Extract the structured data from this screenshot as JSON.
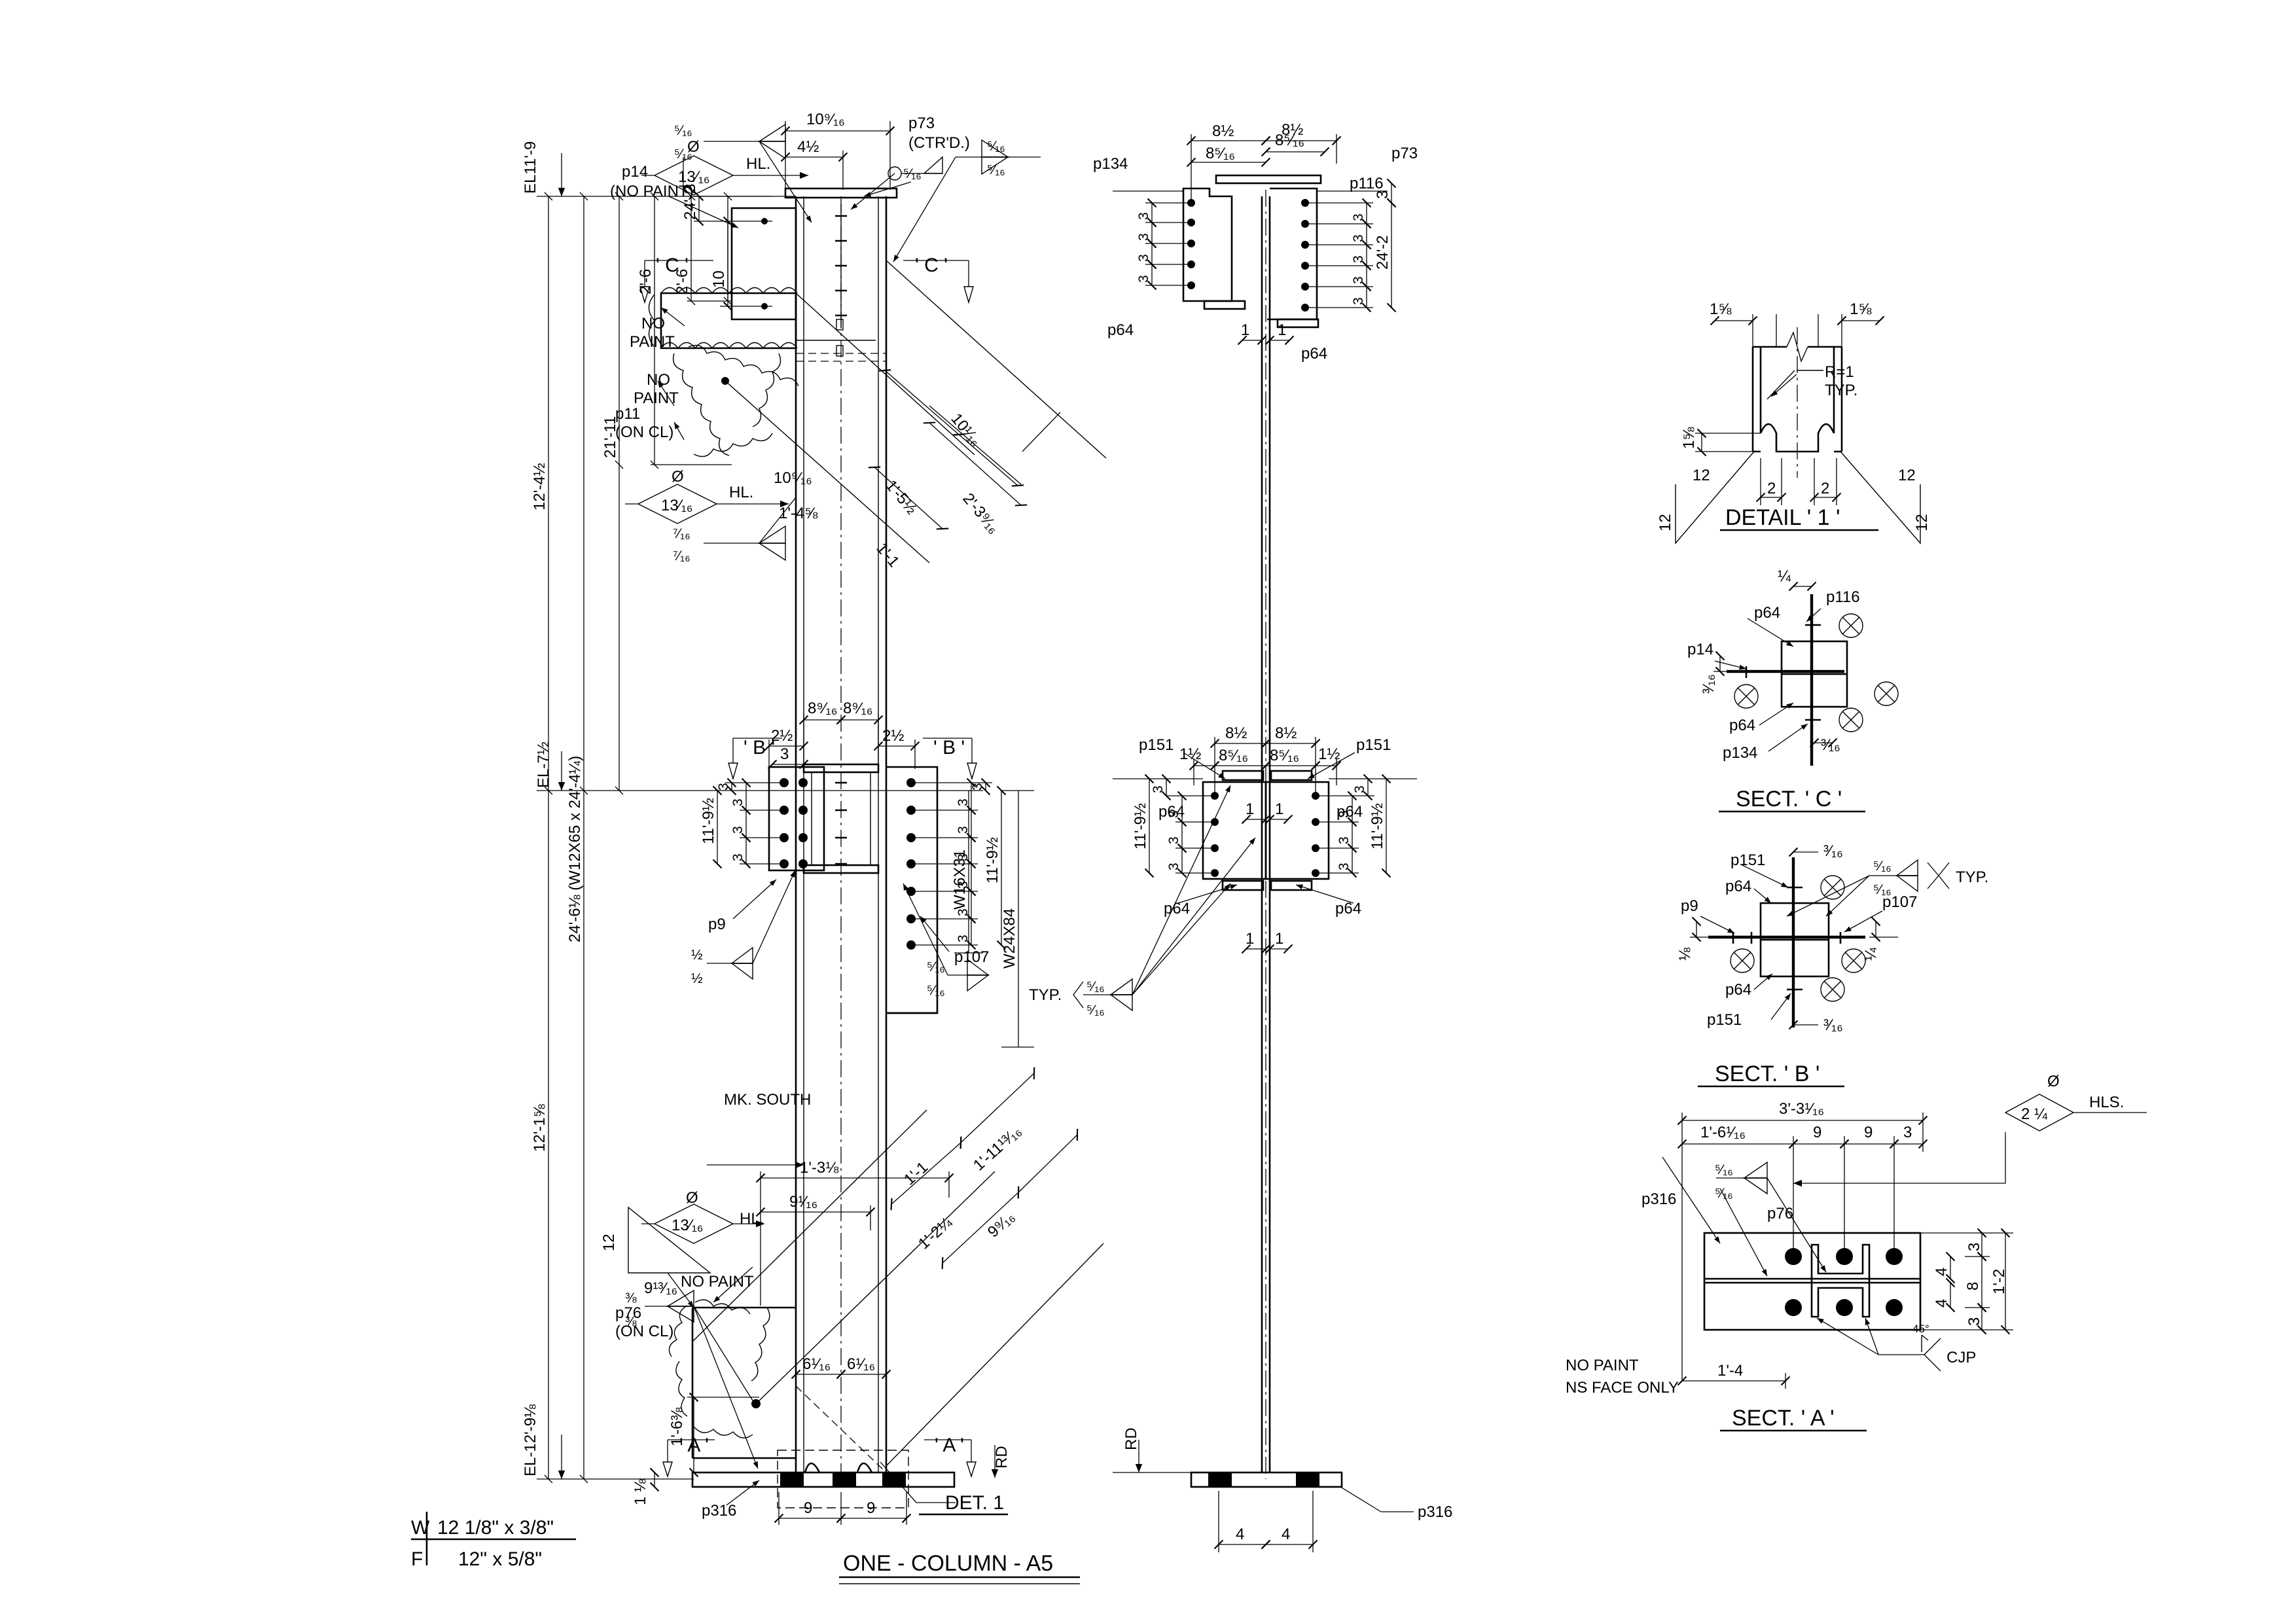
{
  "sheet": {
    "title": "ONE - COLUMN - A5",
    "detail_title": "DETAIL ' 1 '",
    "sect_c_title": "SECT. ' C '",
    "sect_b_title": "SECT. ' B '",
    "sect_a_title": "SECT. ' A '",
    "det1_label": "DET. 1"
  },
  "web_flange_table": {
    "web_key": "W",
    "web_value": "12 1/8\" x 3/8\"",
    "flange_key": "F",
    "flange_value": "12\" x 5/8\""
  },
  "main_elevation": {
    "elevations": {
      "top": "EL11'-9",
      "mid": "EL-7½",
      "bottom": "EL-12'-9⅛"
    },
    "overall_dims": {
      "upper_run": "12'-4½",
      "lower_run": "12'-1⅝",
      "member_length": "24'-6⅛ (W12X65 x 24'-4¼)",
      "sub_2_6_a": "2'-6",
      "sub_2_6_b": "2'-6",
      "sub_21_11": "21'-11"
    },
    "top_detail": {
      "dim_10_9_16": "10⁹⁄₁₆",
      "dim_4_1_2": "4½",
      "dim_24_2": "24'-2",
      "dim_3": "3",
      "dim_10": "10",
      "weld_a_top": "⁵⁄₁₆",
      "weld_a_bot": "⁵⁄₁₆",
      "weld_b_top": "⁵⁄₁₆",
      "weld_b_bot": "⁵⁄₁₆",
      "weld_field": "⁵⁄₁₆",
      "hole_dia_sym": "Ø",
      "hole_dia": "13⁄₁₆",
      "hole_type": "HL.",
      "part_p14": "p14",
      "part_p14_note": "(NO PAINT)",
      "part_p73": "p73",
      "part_p73_note": "(CTR'D.)",
      "part_p11": "p11",
      "part_p11_note": "(ON CL)",
      "no_paint_1": "NO\nPAINT",
      "no_paint_2": "NO\nPAINT",
      "sect_mark_left": "' C '",
      "sect_mark_right": "' C '",
      "diag_10_1_16": "10¹⁄₁₆",
      "diag_1_5_1_2": "1'-5½",
      "diag_2_3_9_16": "2'-3⁹⁄₁₆",
      "diag_1_1": "1'-1",
      "dim_1_4_5_8": "1'-4⅝",
      "dim_10_9_16_b": "10⁹⁄₁₆",
      "weld_7_16_top": "⁷⁄₁₆",
      "weld_7_16_bot": "⁷⁄₁₆"
    },
    "mid_detail": {
      "dim_8_9_16_l": "8⁹⁄₁₆",
      "dim_8_9_16_r": "8⁹⁄₁₆",
      "dim_2_1_2_l": "2½",
      "dim_2_1_2_r": "2½",
      "dim_3": "3",
      "sect_mark_left": "' B '",
      "sect_mark_right": "' B '",
      "beam_left": "W16X31",
      "beam_right": "W24X84",
      "elev_left": "11'-9½",
      "elev_right": "11'-9½",
      "spacing": "3",
      "part_p9": "p9",
      "part_p107": "p107",
      "weld_1_2_top": "½",
      "weld_1_2_bot": "½",
      "weld_5_16_top": "⁵⁄₁₆",
      "weld_5_16_bot": "⁵⁄₁₆"
    },
    "bottom_detail": {
      "mk_south": "MK. SOUTH",
      "dim_1_3_1_8": "1'-3⅛",
      "dim_9_1_16": "9¹⁄₁₆",
      "hole_dia_sym": "Ø",
      "hole_dia": "13⁄₁₆",
      "hole_type": "HL.",
      "slope_rise": "12",
      "slope_run": "9¹³⁄₁₆",
      "no_paint": "NO PAINT",
      "part_p76": "p76",
      "part_p76_note": "(ON CL)",
      "weld_3_8_top": "⅜",
      "weld_3_8_bot": "⅜",
      "dim_1_6_3_8": "1'-6⅜",
      "dim_1_1_8": "1 ⅛",
      "diag_1_1": "1'-1",
      "diag_1_11_13_16": "1'-11¹³⁄₁₆",
      "diag_1_2_1_4": "1'-2¼",
      "diag_9_9_16": "9⁹⁄₁₆",
      "dim_6_1_16_l": "6¹⁄₁₆",
      "dim_6_1_16_r": "6¹⁄₁₆",
      "sect_mark_left": "' A '",
      "sect_mark_right": "' A '",
      "rd_mark": "RD",
      "part_p316": "p316",
      "base_9_l": "9",
      "base_9_r": "9"
    }
  },
  "side_elevation": {
    "top": {
      "dim_8_1_2_l": "8½",
      "dim_8_1_2_r": "8½",
      "dim_8_5_16_l": "8⁵⁄₁₆",
      "dim_8_5_16_r": "8⁵⁄₁₆",
      "part_p134": "p134",
      "part_p73": "p73",
      "part_p116": "p116",
      "part_p64_l": "p64",
      "part_p64_r": "p64",
      "dim_24_2": "24'-2",
      "dim_3": "3",
      "spacing": "3",
      "dim_1_l": "1",
      "dim_1_r": "1"
    },
    "mid": {
      "dim_8_1_2_l": "8½",
      "dim_8_1_2_r": "8½",
      "dim_8_5_16_l": "8⁵⁄₁₆",
      "dim_8_5_16_r": "8⁵⁄₁₆",
      "dim_1_1_2_l": "1½",
      "dim_1_1_2_r": "1½",
      "dim_1_upper_l": "1",
      "dim_1_upper_r": "1",
      "dim_1_lower_l": "1",
      "dim_1_lower_r": "1",
      "part_p151_l": "p151",
      "part_p151_r": "p151",
      "part_p64_tl": "p64",
      "part_p64_tr": "p64",
      "part_p64_bl": "p64",
      "part_p64_br": "p64",
      "elev_l": "11'-9½",
      "elev_r": "11'-9½",
      "dim_3": "3",
      "spacing": "3",
      "typ_label": "TYP.",
      "weld_top": "⁵⁄₁₆",
      "weld_bot": "⁵⁄₁₆"
    },
    "bottom": {
      "rd_mark": "RD",
      "part_p316": "p316",
      "dim_4_l": "4",
      "dim_4_r": "4"
    }
  },
  "detail_1": {
    "dim_1_5_8_l": "1⅝",
    "dim_1_5_8_r": "1⅝",
    "dim_1_5_8_v": "1⅝",
    "radius_note": "R=1",
    "radius_typ": "TYP.",
    "dim_2_l": "2",
    "dim_2_r": "2",
    "slope_12_l_v": "12",
    "slope_12_l_h": "12",
    "slope_12_r_v": "12",
    "slope_12_r_h": "12"
  },
  "sect_c": {
    "dim_1_4": "¼",
    "dim_3_16_l": "³⁄₁₆",
    "dim_3_16_r": "³⁄₁₆",
    "part_p14": "p14",
    "part_p116": "p116",
    "part_p64_t": "p64",
    "part_p64_b": "p64",
    "part_p134": "p134"
  },
  "sect_b": {
    "part_p151_t": "p151",
    "part_p151_b": "p151",
    "part_p64_t": "p64",
    "part_p64_b": "p64",
    "part_p9": "p9",
    "part_p107": "p107",
    "dim_3_16_t": "³⁄₁₆",
    "dim_3_16_b": "³⁄₁₆",
    "dim_1_8": "⅛",
    "dim_1_4": "¼",
    "weld_top": "⁵⁄₁₆",
    "weld_bot": "⁵⁄₁₆",
    "typ_label": "TYP."
  },
  "sect_a": {
    "dim_3_3_1_16": "3'-3¹⁄₁₆",
    "dim_1_6_1_16": "1'-6¹⁄₁₆",
    "dim_9_a": "9",
    "dim_9_b": "9",
    "dim_3": "3",
    "hole_dia_sym": "Ø",
    "hole_dia": "2 ¼",
    "hole_type": "HLS.",
    "weld_top": "⁵⁄₁₆",
    "weld_bot": "⁵⁄₁₆",
    "part_p316": "p316",
    "part_p76": "p76",
    "edge_3_t": "3",
    "edge_4_t": "4",
    "edge_8": "8",
    "edge_4_b": "4",
    "edge_3_b": "3",
    "dim_1_2": "1'-2",
    "dim_1_4_ft": "1'-4",
    "no_paint_1": "NO PAINT",
    "no_paint_2": "NS FACE ONLY",
    "cjp_label": "CJP",
    "cjp_angle": "45°"
  }
}
